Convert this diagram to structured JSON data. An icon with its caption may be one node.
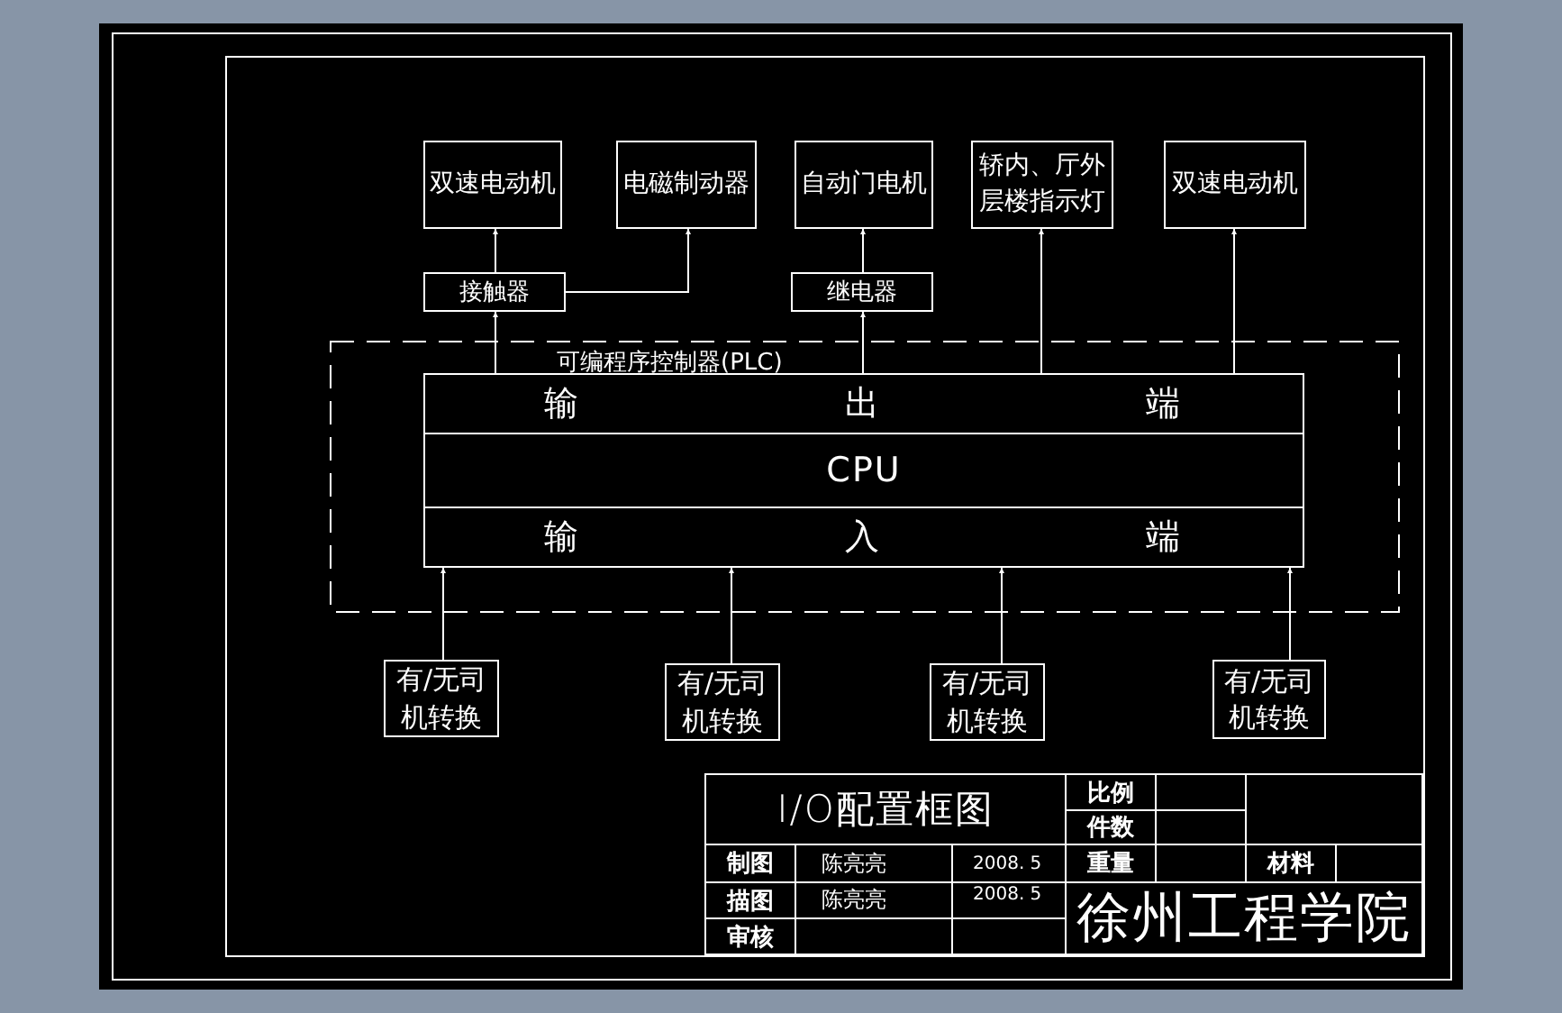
{
  "diagram": {
    "nodes": [
      {
        "text": [
          "双速电动机"
        ]
      },
      {
        "text": [
          "电磁制动器"
        ]
      },
      {
        "text": [
          "自动门电机"
        ]
      },
      {
        "text": [
          "轿内、厅外层楼指示灯"
        ]
      },
      {
        "text": [
          "双速电动机"
        ]
      },
      {
        "text": [
          "接触器"
        ]
      },
      {
        "text": [
          "继电器"
        ]
      },
      {
        "text": [
          "可编程序控制器(PLC)"
        ]
      },
      {
        "text": [
          "输 出 端"
        ],
        "in": 7
      },
      {
        "text": [
          "CPU"
        ],
        "in": 7
      },
      {
        "text": [
          "输 入 端"
        ],
        "in": 7
      },
      {
        "text": [
          "有/无司机转换"
        ]
      },
      {
        "text": [
          "有/无司机转换"
        ]
      },
      {
        "text": [
          "有/无司机转换"
        ]
      },
      {
        "text": [
          "有/无司机转换"
        ]
      }
    ],
    "edges": [
      {
        "from": 5,
        "to": 0,
        "arrow": "to"
      },
      {
        "from": 5,
        "to": 1,
        "arrow": "to"
      },
      {
        "from": 6,
        "to": 2,
        "arrow": "to"
      },
      {
        "from": 8,
        "to": 3,
        "arrow": "to"
      },
      {
        "from": 8,
        "to": 4,
        "arrow": "to"
      },
      {
        "from": 8,
        "to": 5,
        "arrow": "to"
      },
      {
        "from": 8,
        "to": 6,
        "arrow": "to"
      },
      {
        "from": 11,
        "to": 10,
        "arrow": "to"
      },
      {
        "from": 12,
        "to": 10,
        "arrow": "to"
      },
      {
        "from": 13,
        "to": 10,
        "arrow": "to"
      },
      {
        "from": 14,
        "to": 10,
        "arrow": "to"
      }
    ],
    "labels": [
      "I/O配置框图",
      "比例",
      "件数",
      "制图",
      "陈亮亮",
      "2008. 5",
      "重量",
      "材料",
      "描图",
      "陈亮亮",
      "2008. 5",
      "徐州工程学院",
      "审核"
    ]
  }
}
